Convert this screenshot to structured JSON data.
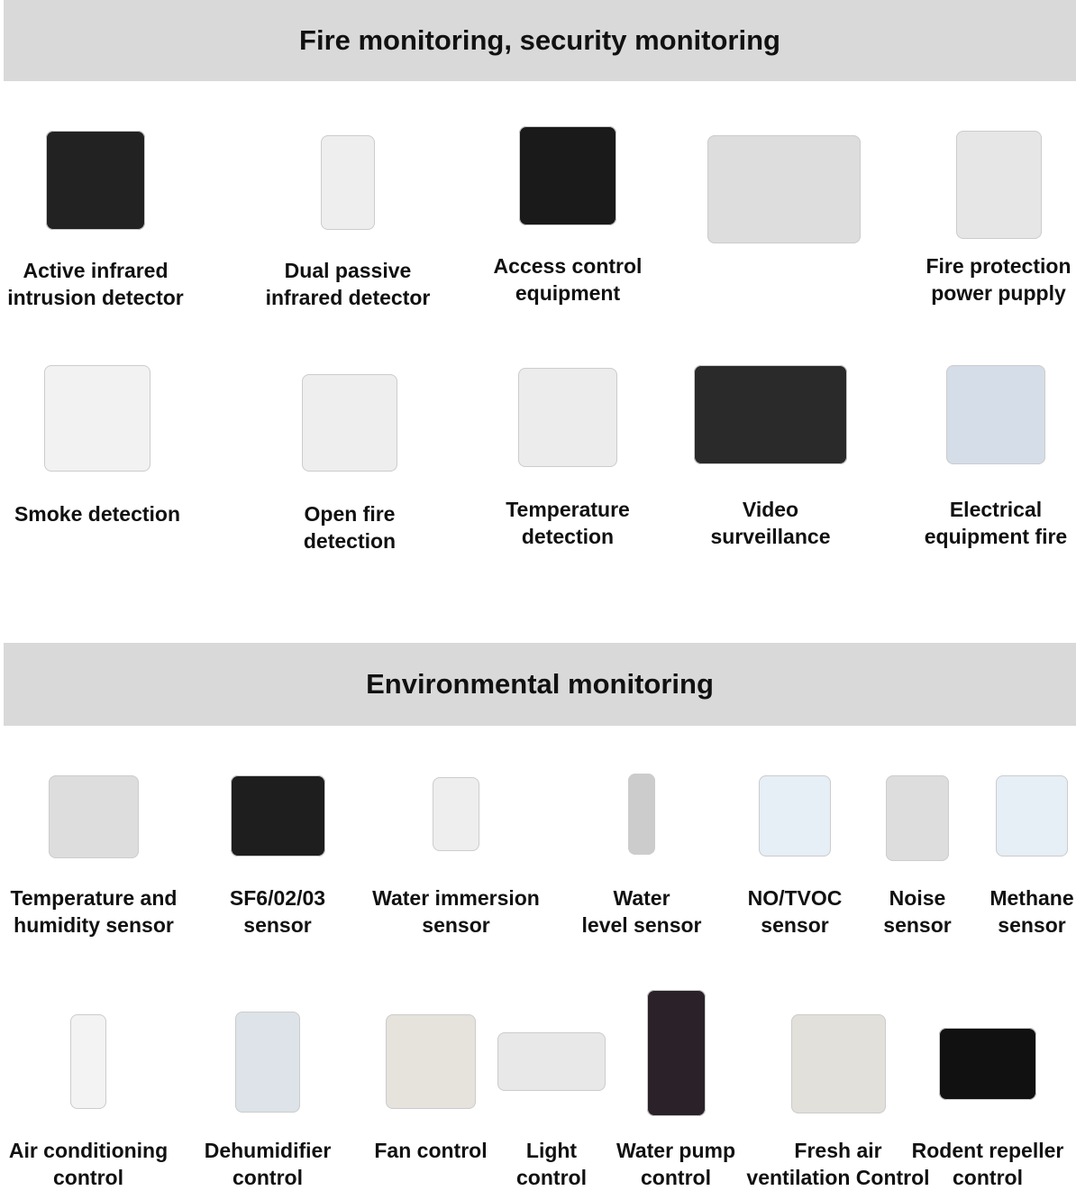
{
  "sections": [
    {
      "title": "Fire monitoring, security monitoring"
    },
    {
      "title": "Environmental monitoring"
    }
  ],
  "items": [
    {
      "icon": "infrared-detector-icon",
      "lines": [
        "Active infrared",
        "intrusion detector"
      ]
    },
    {
      "icon": "passive-infrared-icon",
      "lines": [
        "Dual passive",
        "infrared detector"
      ]
    },
    {
      "icon": "access-control-icon",
      "lines": [
        "Access control",
        "equipment"
      ]
    },
    {
      "icon": "security-camera-icon",
      "lines": []
    },
    {
      "icon": "fire-power-supply-icon",
      "lines": [
        "Fire protection",
        "power pupply"
      ]
    },
    {
      "icon": "smoke-detector-icon",
      "lines": [
        "Smoke detection"
      ]
    },
    {
      "icon": "fire-detector-icon",
      "lines": [
        "Open fire",
        "detection"
      ]
    },
    {
      "icon": "temperature-detector-icon",
      "lines": [
        "Temperature",
        "detection"
      ]
    },
    {
      "icon": "video-recorder-icon",
      "lines": [
        "Video",
        "surveillance"
      ]
    },
    {
      "icon": "electrical-monitor-icon",
      "lines": [
        "Electrical",
        "equipment fire"
      ]
    },
    {
      "icon": "thermo-hygrometer-icon",
      "lines": [
        "Temperature and",
        "humidity sensor"
      ]
    },
    {
      "icon": "gas-sensor-icon",
      "lines": [
        "SF6/02/03",
        "sensor"
      ]
    },
    {
      "icon": "water-immersion-icon",
      "lines": [
        "Water immersion",
        "sensor"
      ]
    },
    {
      "icon": "water-level-icon",
      "lines": [
        "Water",
        "level sensor"
      ]
    },
    {
      "icon": "tvoc-sensor-icon",
      "lines": [
        "NO/TVOC",
        "sensor"
      ]
    },
    {
      "icon": "noise-sensor-icon",
      "lines": [
        "Noise",
        "sensor"
      ]
    },
    {
      "icon": "methane-sensor-icon",
      "lines": [
        "Methane",
        "sensor"
      ]
    },
    {
      "icon": "air-conditioner-icon",
      "lines": [
        "Air conditioning",
        "control"
      ]
    },
    {
      "icon": "dehumidifier-icon",
      "lines": [
        "Dehumidifier",
        "control"
      ]
    },
    {
      "icon": "fan-icon",
      "lines": [
        "Fan control"
      ]
    },
    {
      "icon": "light-icon",
      "lines": [
        "Light",
        "control"
      ]
    },
    {
      "icon": "water-pump-icon",
      "lines": [
        "Water pump",
        "control"
      ]
    },
    {
      "icon": "fresh-air-icon",
      "lines": [
        "Fresh air",
        "ventilation Control"
      ]
    },
    {
      "icon": "rodent-repeller-icon",
      "lines": [
        "Rodent repeller",
        "control"
      ]
    }
  ],
  "colors": {
    "band": "#d9d9d9",
    "text": "#111111"
  }
}
